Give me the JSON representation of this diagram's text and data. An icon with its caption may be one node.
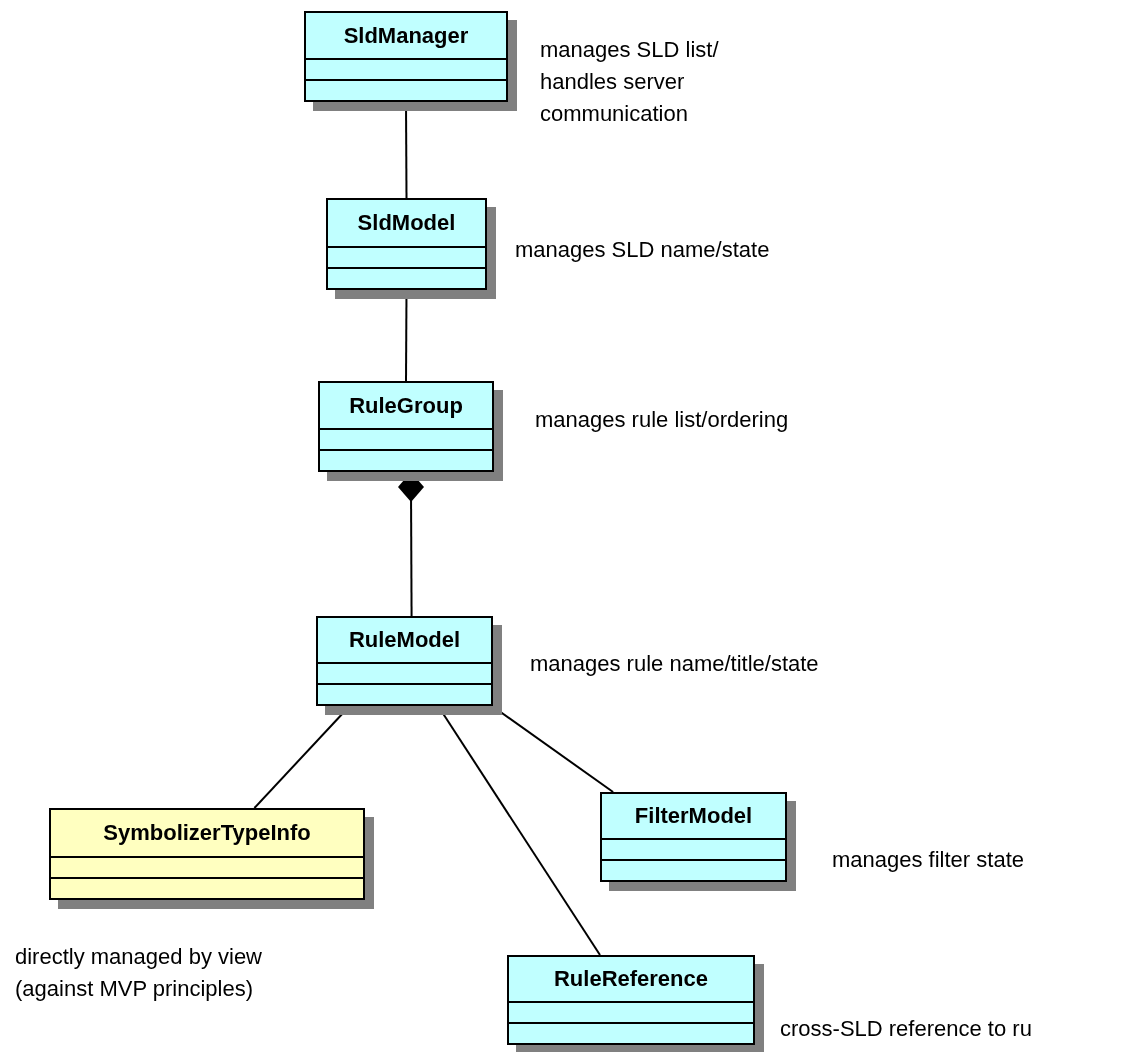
{
  "diagram": {
    "nodes": [
      {
        "text": [
          "SldManager"
        ],
        "beside": [
          "manages SLD list/ handles server communication"
        ]
      },
      {
        "text": [
          "SldModel"
        ],
        "beside": [
          "manages SLD name/state"
        ]
      },
      {
        "text": [
          "RuleGroup"
        ],
        "beside": [
          "manages rule list/ordering"
        ]
      },
      {
        "text": [
          "RuleModel"
        ],
        "beside": [
          "manages rule name/title/state"
        ]
      },
      {
        "text": [
          "SymbolizerTypeInfo"
        ],
        "beside": [
          "directly managed by view (against MVP principles)"
        ]
      },
      {
        "text": [
          "FilterModel"
        ],
        "beside": [
          "manages filter state"
        ]
      },
      {
        "text": [
          "RuleReference"
        ],
        "beside": [
          "cross-SLD reference to ru"
        ]
      }
    ],
    "edges": [
      {
        "from": 0,
        "to": 1,
        "arrow": "none"
      },
      {
        "from": 1,
        "to": 2,
        "arrow": "none"
      },
      {
        "from": 2,
        "to": 3,
        "arrow": "other"
      },
      {
        "from": 3,
        "to": 4,
        "arrow": "none"
      },
      {
        "from": 3,
        "to": 5,
        "arrow": "none"
      },
      {
        "from": 3,
        "to": 6,
        "arrow": "none"
      }
    ]
  }
}
